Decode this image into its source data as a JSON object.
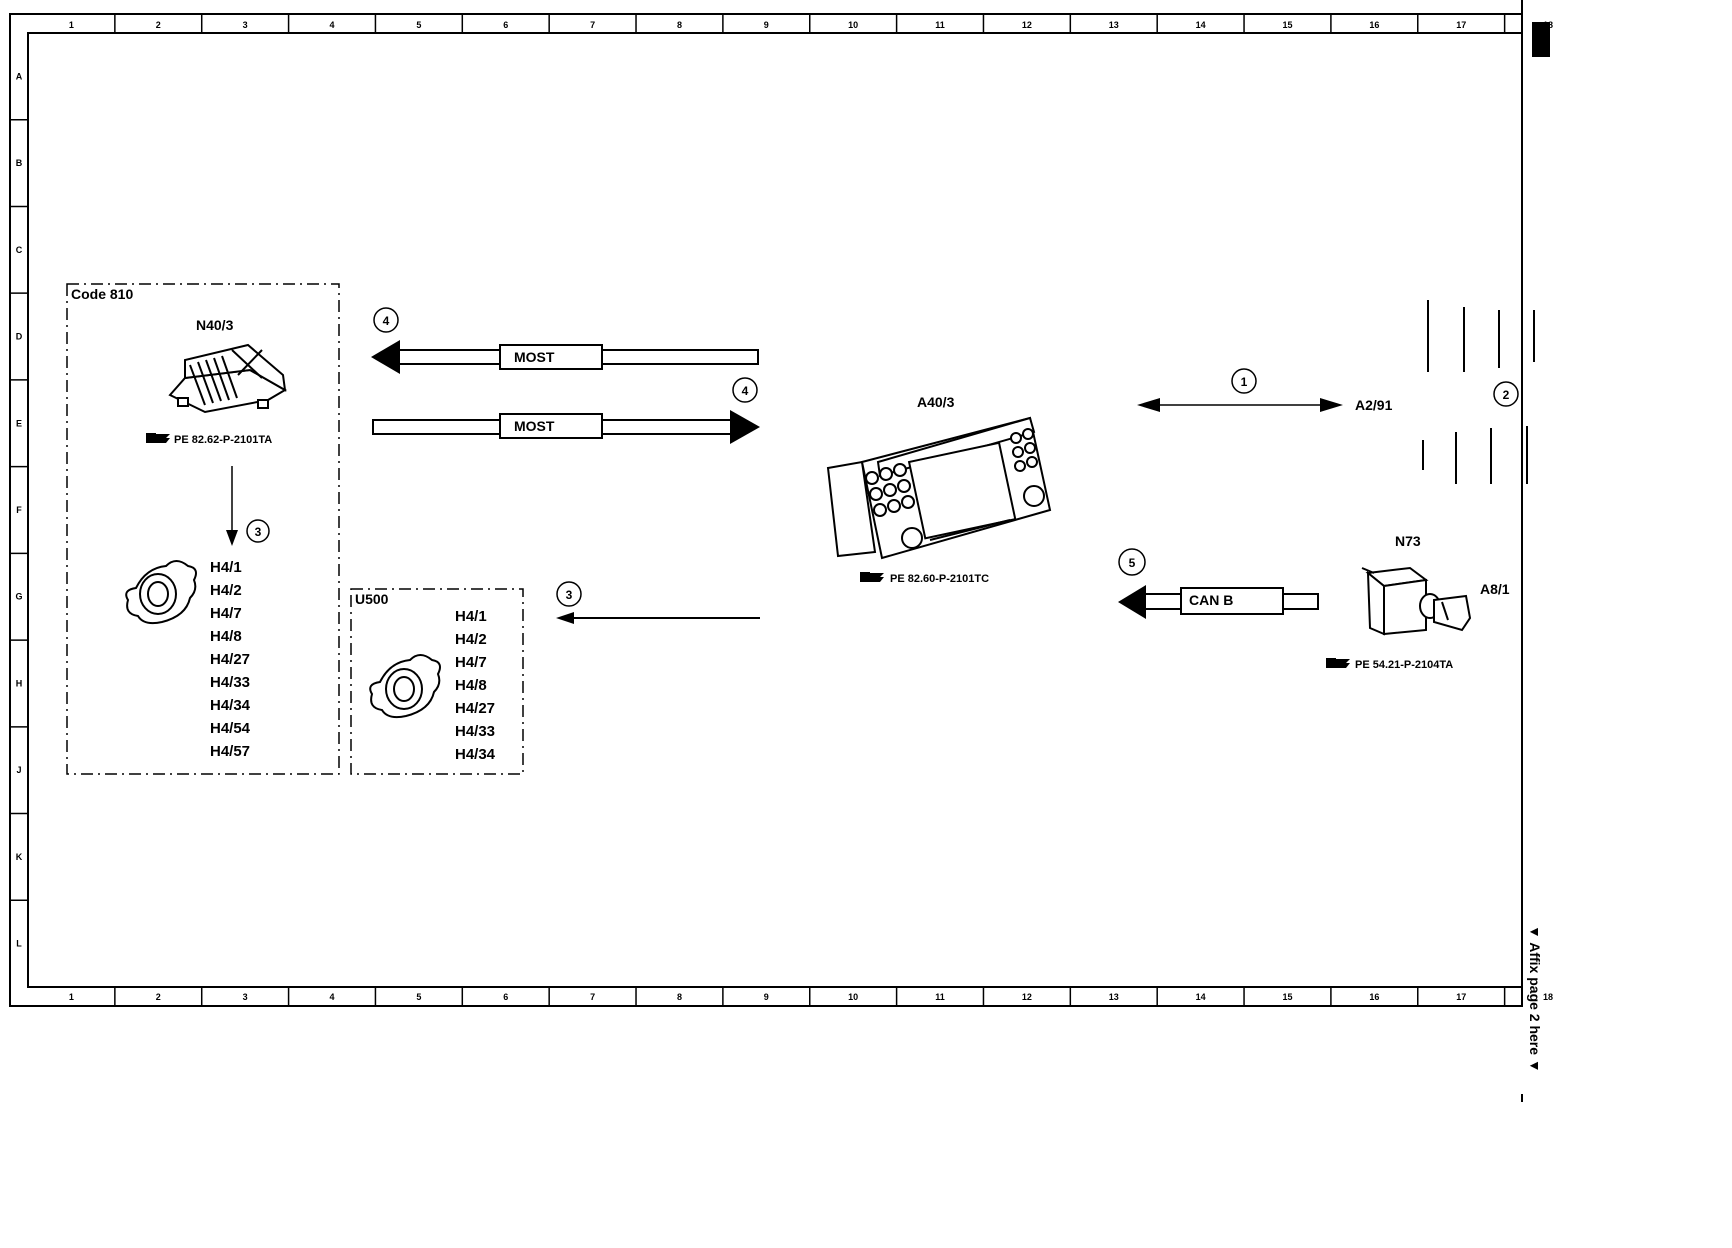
{
  "ruler": {
    "columns": [
      "1",
      "2",
      "3",
      "4",
      "5",
      "6",
      "7",
      "8",
      "9",
      "10",
      "11",
      "12",
      "13",
      "14",
      "15",
      "16",
      "17",
      "18"
    ],
    "rows": [
      "A",
      "B",
      "C",
      "D",
      "E",
      "F",
      "G",
      "H",
      "J",
      "K",
      "L"
    ]
  },
  "side_note": "▼ Affix page 2 here ▼",
  "code_box": {
    "title": "Code 810",
    "amp_label": "N40/3",
    "amp_ref": "PE 82.62-P-2101TA",
    "speakers": [
      "H4/1",
      "H4/2",
      "H4/7",
      "H4/8",
      "H4/27",
      "H4/33",
      "H4/34",
      "H4/54",
      "H4/57"
    ]
  },
  "u500_box": {
    "title": "U500",
    "speakers": [
      "H4/1",
      "H4/2",
      "H4/7",
      "H4/8",
      "H4/27",
      "H4/33",
      "H4/34"
    ]
  },
  "head_unit": {
    "label": "A40/3",
    "ref": "PE 82.60-P-2101TC"
  },
  "ignition": {
    "label": "N73",
    "key_label": "A8/1",
    "ref": "PE 54.21-P-2104TA"
  },
  "link_labels": {
    "most_top": "MOST",
    "most_bottom": "MOST",
    "can": "CAN B",
    "target": "A2/91"
  },
  "callouts": [
    "4",
    "4",
    "3",
    "3",
    "1",
    "2",
    "5"
  ],
  "icons": [
    "reference-hand-icon",
    "amplifier-icon",
    "speaker-icon",
    "head-unit-icon",
    "ignition-switch-icon",
    "key-icon"
  ]
}
